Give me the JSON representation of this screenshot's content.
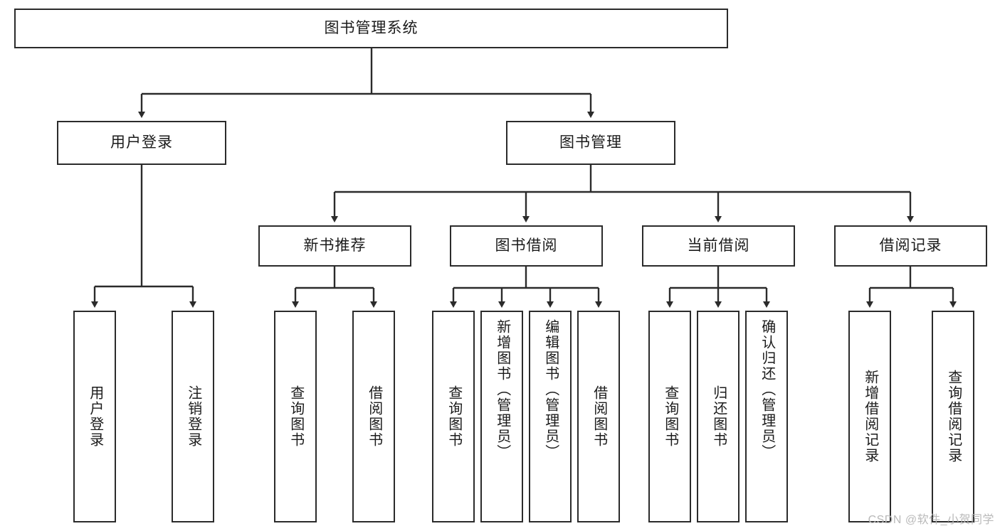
{
  "diagram": {
    "title": "图书管理系统",
    "type": "hierarchy-tree",
    "background_color": "#ffffff",
    "line_color": "#2b2b2b",
    "text_color": "#1b1b1b",
    "watermark": "CSDN @软件_小贺同学",
    "root": {
      "label": "图书管理系统"
    },
    "level2": [
      {
        "label": "用户登录"
      },
      {
        "label": "图书管理"
      }
    ],
    "level3": [
      {
        "label": "新书推荐"
      },
      {
        "label": "图书借阅"
      },
      {
        "label": "当前借阅"
      },
      {
        "label": "借阅记录"
      }
    ],
    "leaves": {
      "user_login": [
        {
          "label": "用户登录"
        },
        {
          "label": "注销登录"
        }
      ],
      "new_book_recommend": [
        {
          "label": "查询图书"
        },
        {
          "label": "借阅图书"
        }
      ],
      "book_borrow": [
        {
          "label": "查询图书"
        },
        {
          "label": "新增图书（管理员）"
        },
        {
          "label": "编辑图书（管理员）"
        },
        {
          "label": "借阅图书"
        }
      ],
      "current_borrow": [
        {
          "label": "查询图书"
        },
        {
          "label": "归还图书"
        },
        {
          "label": "确认归还（管理员）"
        }
      ],
      "borrow_record": [
        {
          "label": "新增借阅记录"
        },
        {
          "label": "查询借阅记录"
        }
      ]
    }
  }
}
